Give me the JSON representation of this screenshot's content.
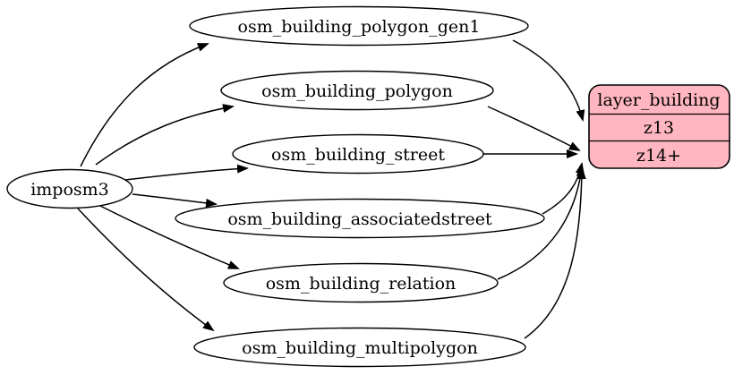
{
  "diagram": {
    "type": "graphviz-digraph",
    "background_color": "#ffffff",
    "edge_color": "#000000",
    "node_border_color": "#000000",
    "source": {
      "label": "imposm3"
    },
    "tables": [
      {
        "label": "osm_building_polygon_gen1"
      },
      {
        "label": "osm_building_polygon"
      },
      {
        "label": "osm_building_street"
      },
      {
        "label": "osm_building_associatedstreet"
      },
      {
        "label": "osm_building_relation"
      },
      {
        "label": "osm_building_multipolygon"
      }
    ],
    "layer": {
      "title": "layer_building",
      "rows": [
        "z13",
        "z14+"
      ],
      "fill_color": "#ffb6c1",
      "border_color": "#000000"
    },
    "edges": [
      {
        "from": "imposm3",
        "to": "osm_building_polygon_gen1"
      },
      {
        "from": "imposm3",
        "to": "osm_building_polygon"
      },
      {
        "from": "imposm3",
        "to": "osm_building_street"
      },
      {
        "from": "imposm3",
        "to": "osm_building_associatedstreet"
      },
      {
        "from": "imposm3",
        "to": "osm_building_relation"
      },
      {
        "from": "imposm3",
        "to": "osm_building_multipolygon"
      },
      {
        "from": "osm_building_polygon_gen1",
        "to": "layer_building:z13"
      },
      {
        "from": "osm_building_polygon",
        "to": "layer_building:z14+"
      },
      {
        "from": "osm_building_street",
        "to": "layer_building:z14+"
      },
      {
        "from": "osm_building_associatedstreet",
        "to": "layer_building:z14+"
      },
      {
        "from": "osm_building_relation",
        "to": "layer_building:z14+"
      },
      {
        "from": "osm_building_multipolygon",
        "to": "layer_building:z14+"
      }
    ]
  }
}
